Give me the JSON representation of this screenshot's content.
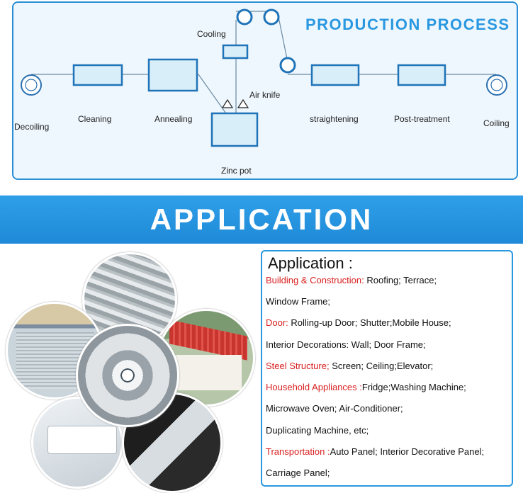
{
  "process": {
    "title": "PRODUCTION PROCESS",
    "steps": {
      "decoiling": "Decoiling",
      "cleaning": "Cleaning",
      "annealing": "Annealing",
      "cooling": "Cooling",
      "air_knife": "Air knife",
      "zinc_pot": "Zinc pot",
      "straightening": "straightening",
      "post_treatment": "Post-treatment",
      "coiling": "Coiling"
    }
  },
  "banner": {
    "title": "APPLICATION"
  },
  "application": {
    "heading": "Application :",
    "lines": [
      {
        "category": "Building & Construction:",
        "text": " Roofing; Terrace;"
      },
      {
        "category": "",
        "text": "Window Frame;"
      },
      {
        "category": "Door:",
        "text": " Rolling-up Door; Shutter;Mobile House;"
      },
      {
        "category": "",
        "text": "Interior Decorations: Wall; Door Frame;"
      },
      {
        "category": "Steel Structure;",
        "text": " Screen; Ceiling;Elevator;"
      },
      {
        "category": "Household Appliances :",
        "text": "Fridge;Washing Machine;"
      },
      {
        "category": "",
        "text": "Microwave Oven; Air-Conditioner;"
      },
      {
        "category": "",
        "text": "Duplicating Machine, etc;"
      },
      {
        "category": "Transportation :",
        "text": "Auto Panel; Interior Decorative Panel;"
      },
      {
        "category": "",
        "text": "Carriage Panel;"
      }
    ]
  },
  "colors": {
    "accent": "#2a98e0",
    "category_red": "#d92020",
    "box_fill": "#d8eef8",
    "box_border": "#1f73b8"
  }
}
